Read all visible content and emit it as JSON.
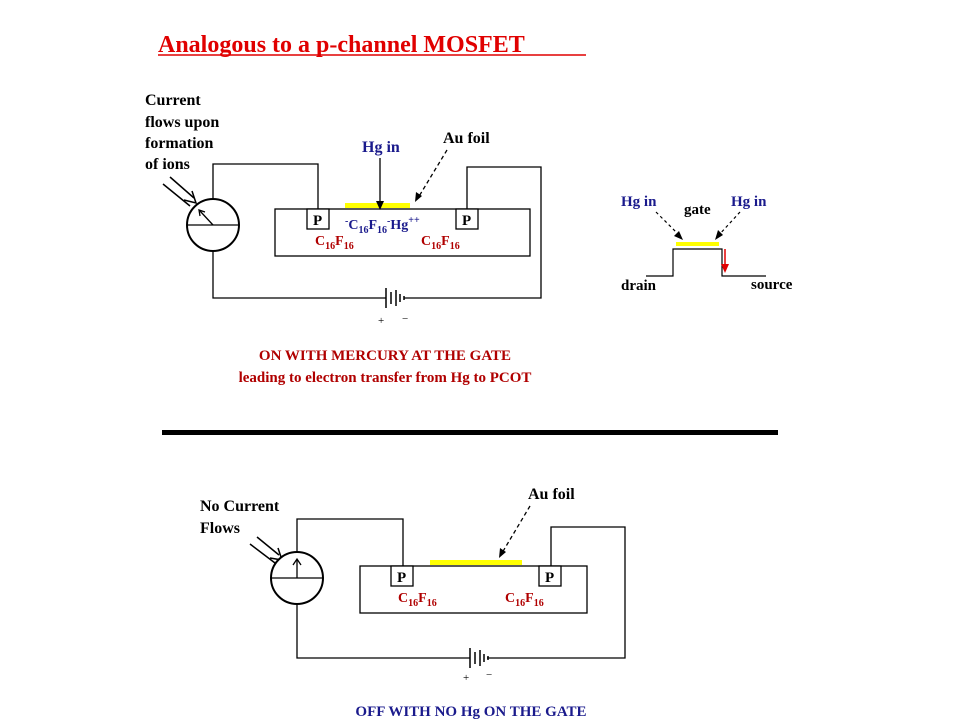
{
  "title": "Analogous to a p-channel MOSFET",
  "top": {
    "meter_label_lines": [
      "Current",
      "flows upon",
      "formation",
      "of ions"
    ],
    "hg_in": "Hg in",
    "au_foil": "Au foil",
    "pad_left": "P",
    "pad_right": "P",
    "ion_charge_pre": "-",
    "ion_c": "C",
    "ion_c_sub": "16",
    "ion_f": "F",
    "ion_f_sub": "16",
    "ion_charge_mid": "-",
    "ion_hg": "Hg",
    "ion_hg_sup": "++",
    "left_c": "C",
    "left_c_sub": "16",
    "left_f": "F",
    "left_f_sub": "16",
    "right_c": "C",
    "right_c_sub": "16",
    "right_f": "F",
    "right_f_sub": "16",
    "battery_plus": "+",
    "battery_minus": "−",
    "caption_line1": "ON WITH MERCURY AT THE GATE",
    "caption_line2": "leading to electron transfer from Hg to PCOT"
  },
  "schematic": {
    "hg_in_left": "Hg in",
    "gate": "gate",
    "hg_in_right": "Hg in",
    "drain": "drain",
    "source": "source"
  },
  "bottom": {
    "meter_label_lines": [
      "No Current",
      "Flows"
    ],
    "au_foil": "Au foil",
    "pad_left": "P",
    "pad_right": "P",
    "left_c": "C",
    "left_c_sub": "16",
    "left_f": "F",
    "left_f_sub": "16",
    "right_c": "C",
    "right_c_sub": "16",
    "right_f": "F",
    "right_f_sub": "16",
    "battery_plus": "+",
    "battery_minus": "−",
    "caption": "OFF WITH NO Hg ON THE GATE"
  },
  "colors": {
    "title": "#e00000",
    "blue_text": "#1a1a8c",
    "red_text": "#b00000",
    "foil": "#ffff00",
    "black": "#000000"
  }
}
